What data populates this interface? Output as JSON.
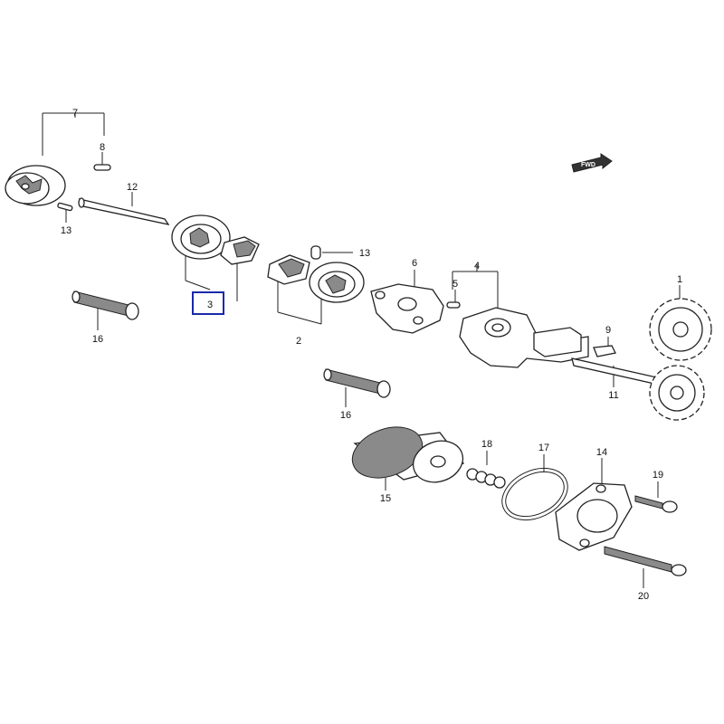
{
  "diagram": {
    "direction_badge": "FWD",
    "highlight_color": "#1a2aa8",
    "callouts": [
      {
        "id": "p1",
        "number": "1"
      },
      {
        "id": "p2",
        "number": "2"
      },
      {
        "id": "p3",
        "number": "3",
        "highlighted": true
      },
      {
        "id": "p4",
        "number": "4"
      },
      {
        "id": "p5",
        "number": "5"
      },
      {
        "id": "p6",
        "number": "6"
      },
      {
        "id": "p7",
        "number": "7"
      },
      {
        "id": "p8",
        "number": "8"
      },
      {
        "id": "p9",
        "number": "9"
      },
      {
        "id": "p11",
        "number": "11"
      },
      {
        "id": "p12",
        "number": "12"
      },
      {
        "id": "p13a",
        "number": "13"
      },
      {
        "id": "p13b",
        "number": "13"
      },
      {
        "id": "p14",
        "number": "14"
      },
      {
        "id": "p15",
        "number": "15"
      },
      {
        "id": "p16a",
        "number": "16"
      },
      {
        "id": "p16b",
        "number": "16"
      },
      {
        "id": "p17",
        "number": "17"
      },
      {
        "id": "p18",
        "number": "18"
      },
      {
        "id": "p19",
        "number": "19"
      },
      {
        "id": "p20",
        "number": "20"
      }
    ]
  }
}
